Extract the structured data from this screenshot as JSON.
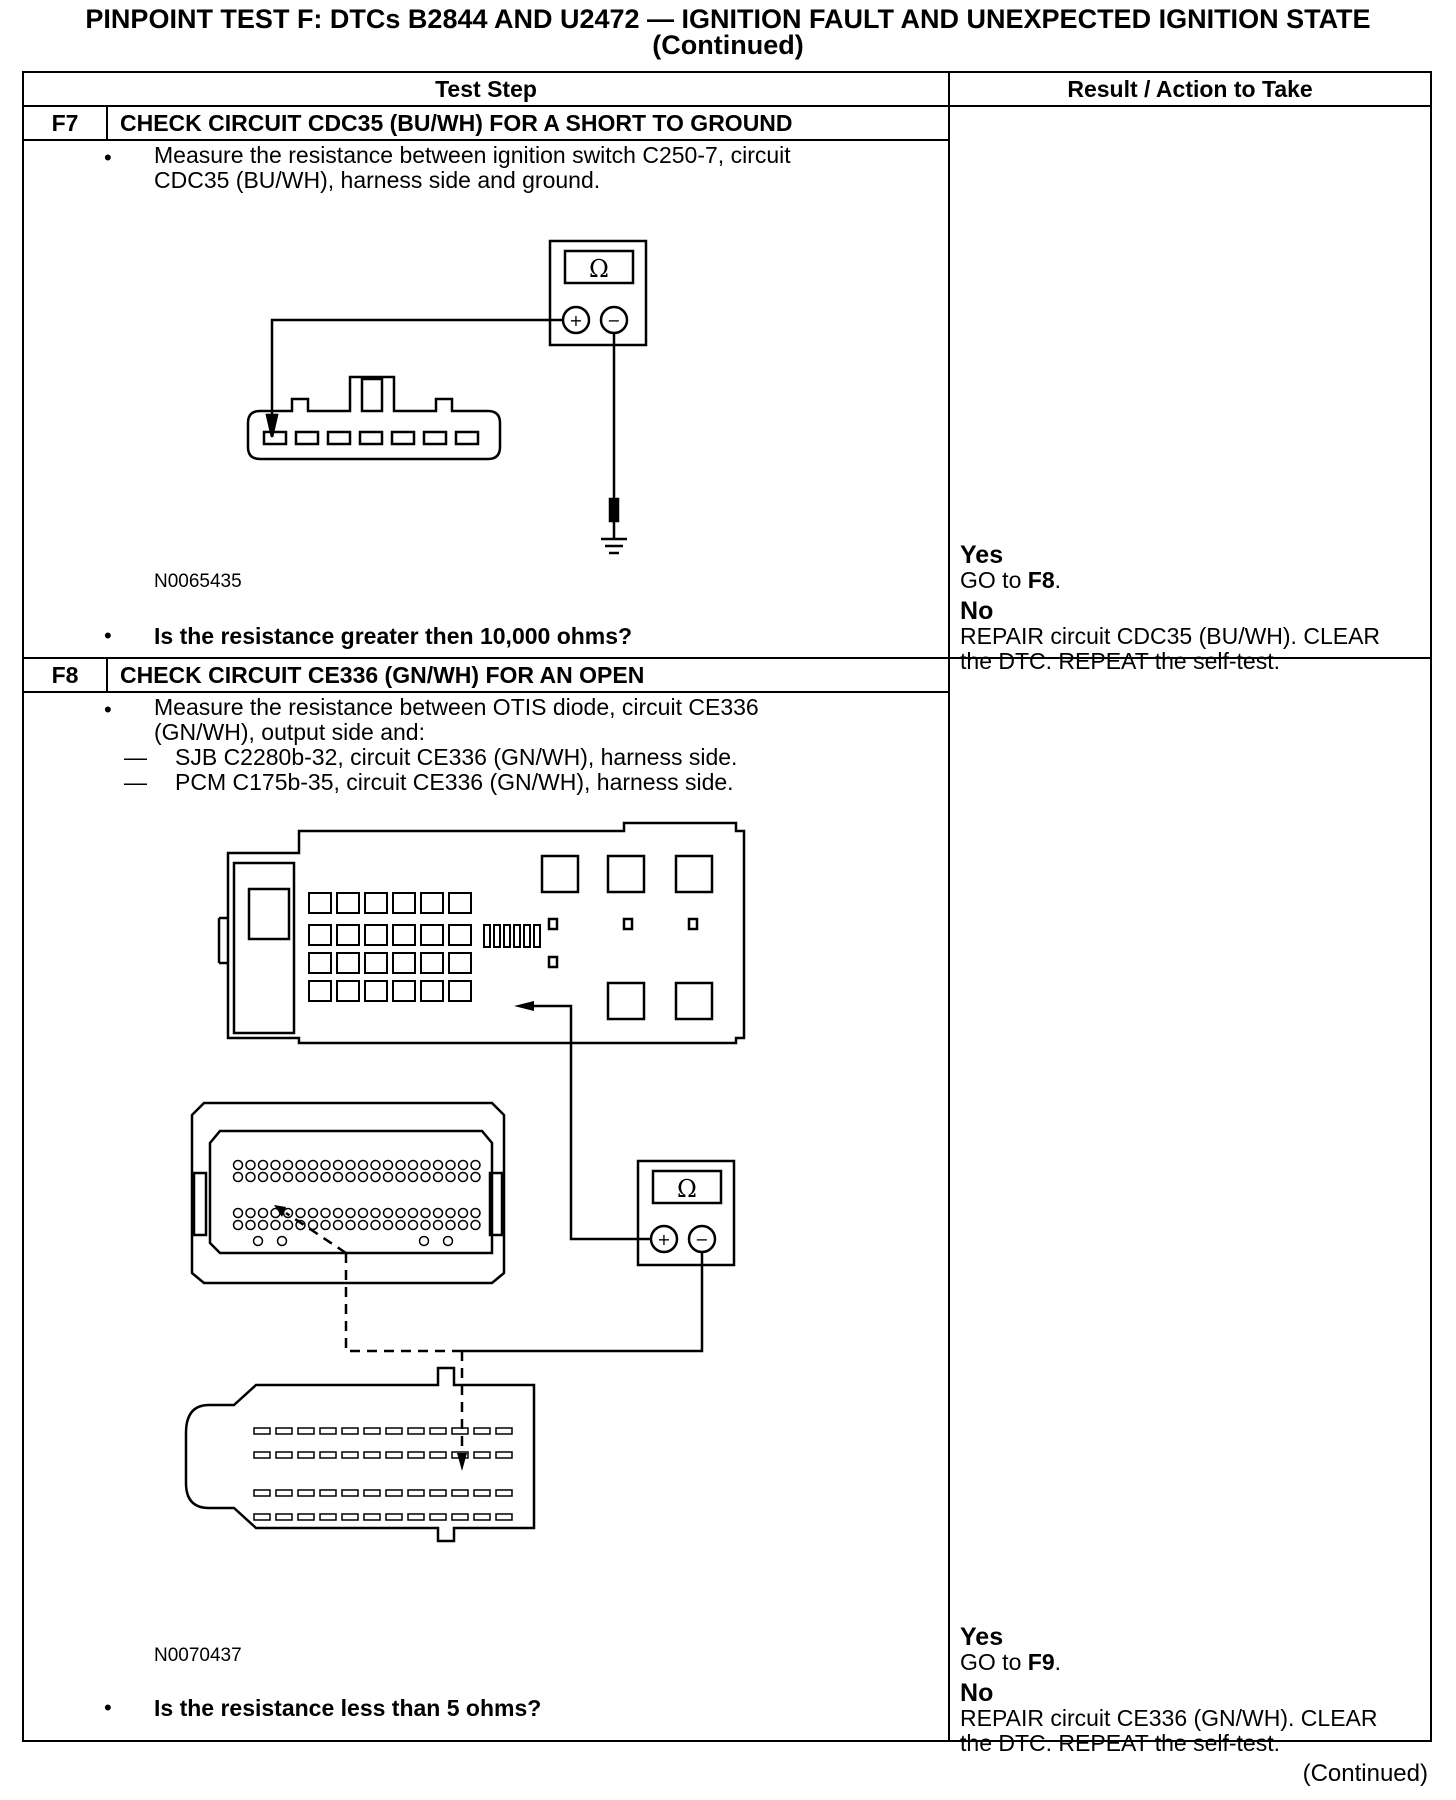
{
  "title_line1": "PINPOINT TEST  F: DTCs B2844 AND U2472 — IGNITION FAULT AND UNEXPECTED IGNITION STATE",
  "title_line2": "(Continued)",
  "columns": {
    "test_step": "Test Step",
    "result": "Result / Action to Take"
  },
  "steps": [
    {
      "id": "F7",
      "title": "CHECK CIRCUIT CDC35 (BU/WH) FOR A SHORT TO GROUND",
      "instruction_1": "Measure the resistance between ignition switch C250-7, circuit",
      "instruction_2": "CDC35 (BU/WH), harness side and ground.",
      "figure_id": "N0065435",
      "question": "Is the resistance greater then 10,000 ohms?",
      "meter_symbol": "Ω",
      "yes_label": "Yes",
      "yes_action": "GO to ",
      "yes_target": "F8",
      "no_label": "No",
      "no_line1": "REPAIR circuit CDC35 (BU/WH). CLEAR",
      "no_line2": "the DTC. REPEAT the self-test."
    },
    {
      "id": "F8",
      "title": "CHECK CIRCUIT CE336 (GN/WH) FOR AN OPEN",
      "instruction_1": "Measure the resistance between OTIS diode, circuit CE336",
      "instruction_2": "(GN/WH), output side and:",
      "sub_1": "SJB C2280b-32, circuit CE336 (GN/WH), harness side.",
      "sub_2": "PCM C175b-35, circuit CE336 (GN/WH), harness side.",
      "dash": "—",
      "figure_id": "N0070437",
      "question": "Is the resistance less than 5 ohms?",
      "meter_symbol": "Ω",
      "yes_label": "Yes",
      "yes_action": "GO to ",
      "yes_target": "F9",
      "no_label": "No",
      "no_line1": "REPAIR circuit CE336 (GN/WH). CLEAR",
      "no_line2": "the DTC. REPEAT the self-test."
    }
  ],
  "footer": "(Continued)"
}
